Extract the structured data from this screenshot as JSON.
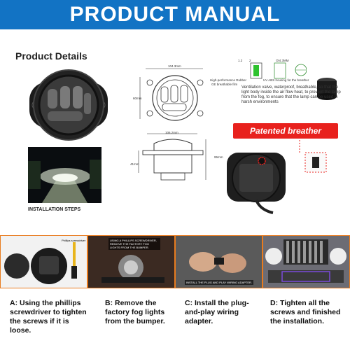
{
  "header": {
    "title": "PRODUCT MANUAL"
  },
  "details": {
    "title": "Product Details"
  },
  "diagram": {
    "width_top": "104.3mm",
    "height_side": "60mm",
    "width_bottom": "106.2mm",
    "depth": "41mm",
    "height_right": "95mm",
    "label_rubber": "High-performance Rubber",
    "label_film": "GE breathable film",
    "label_housing": "UV ABS housing for the breather",
    "dim_small_1": "1.2",
    "dim_small_2": "2",
    "dim_small_3": "Ot4.3MM"
  },
  "vent_text": "Ventilation valve, waterproof, breathable, so that the light body inside the air flow heat, to prevent the lamp from the fog, to ensure that the lamp can be used in harsh environments",
  "patented": "Patented breather",
  "install_label": "INSTALLATION STEPS",
  "photo_labels": {
    "p1": "Phillips screwdriver",
    "p2": "USING A PHILLIPS SCREWDRIVER, REMOVE THE FACTORY FOG LIGHTS FROM THE BUMPER.",
    "p3": "INSTALL THE PLUG AND PLAY WIRING ADAPTER."
  },
  "steps": [
    {
      "text": "A:  Using the phillips screwdriver to tighten the screws if it is loose."
    },
    {
      "text": "B:  Remove the factory fog lights from the bumper."
    },
    {
      "text": "C: Install the plug-and-play wiring adapter."
    },
    {
      "text": "D: Tighten all the screws and finished the installation."
    }
  ],
  "colors": {
    "banner": "#1273c4",
    "patent": "#e8211d",
    "step_border": "#e87b1e"
  }
}
